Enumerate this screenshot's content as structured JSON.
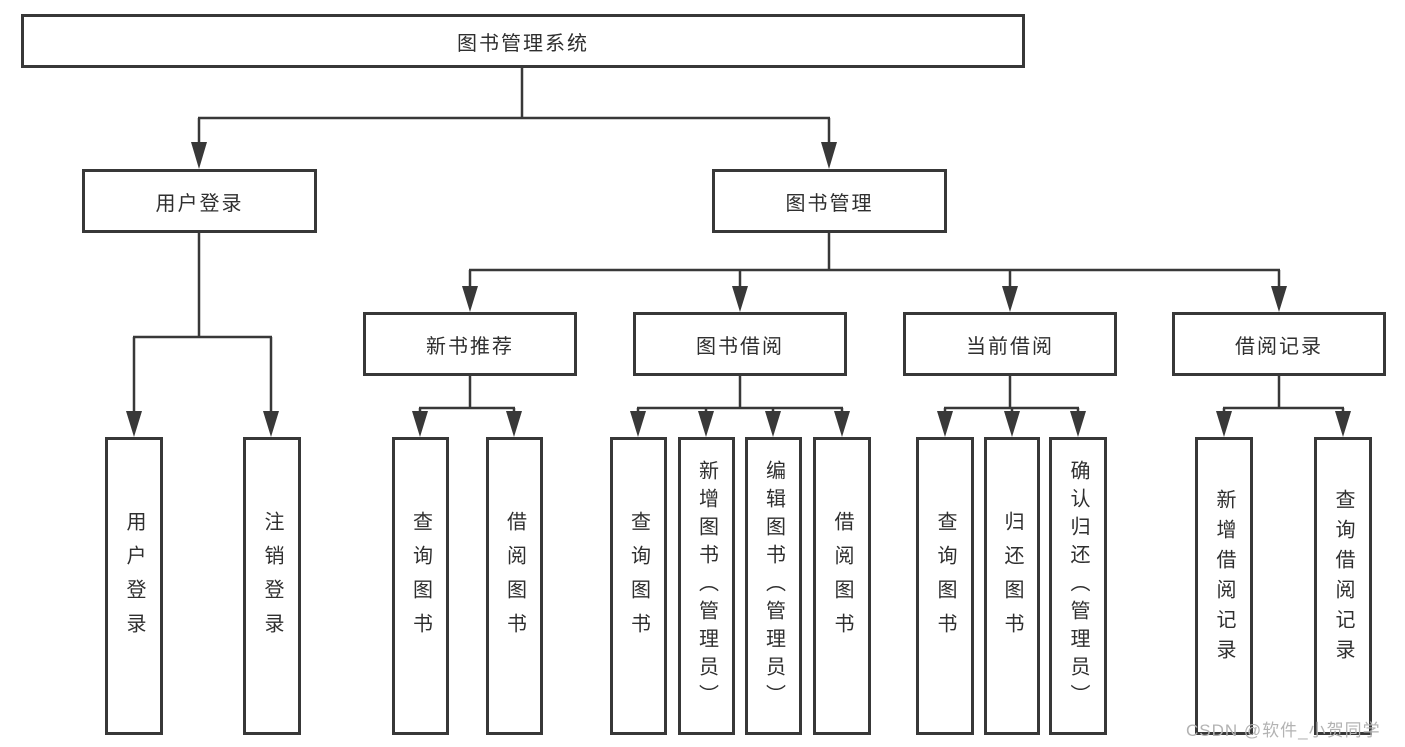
{
  "tree": {
    "root": {
      "label": "图书管理系统"
    },
    "branches": [
      {
        "label": "用户登录",
        "children": [
          {
            "label": "用户登录"
          },
          {
            "label": "注销登录"
          }
        ]
      },
      {
        "label": "图书管理",
        "children": [
          {
            "label": "新书推荐",
            "children": [
              {
                "label": "查询图书"
              },
              {
                "label": "借阅图书"
              }
            ]
          },
          {
            "label": "图书借阅",
            "children": [
              {
                "label": "查询图书"
              },
              {
                "label": "新增图书（管理员）"
              },
              {
                "label": "编辑图书（管理员）"
              },
              {
                "label": "借阅图书"
              }
            ]
          },
          {
            "label": "当前借阅",
            "children": [
              {
                "label": "查询图书"
              },
              {
                "label": "归还图书"
              },
              {
                "label": "确认归还（管理员）"
              }
            ]
          },
          {
            "label": "借阅记录",
            "children": [
              {
                "label": "新增借阅记录"
              },
              {
                "label": "查询借阅记录"
              }
            ]
          }
        ]
      }
    ]
  },
  "watermark": {
    "text": "CSDN @软件_小贺同学"
  },
  "colors": {
    "line": "#383838",
    "text": "#2f2f2f",
    "watermark": "#b3b3b3",
    "background": "#ffffff"
  }
}
